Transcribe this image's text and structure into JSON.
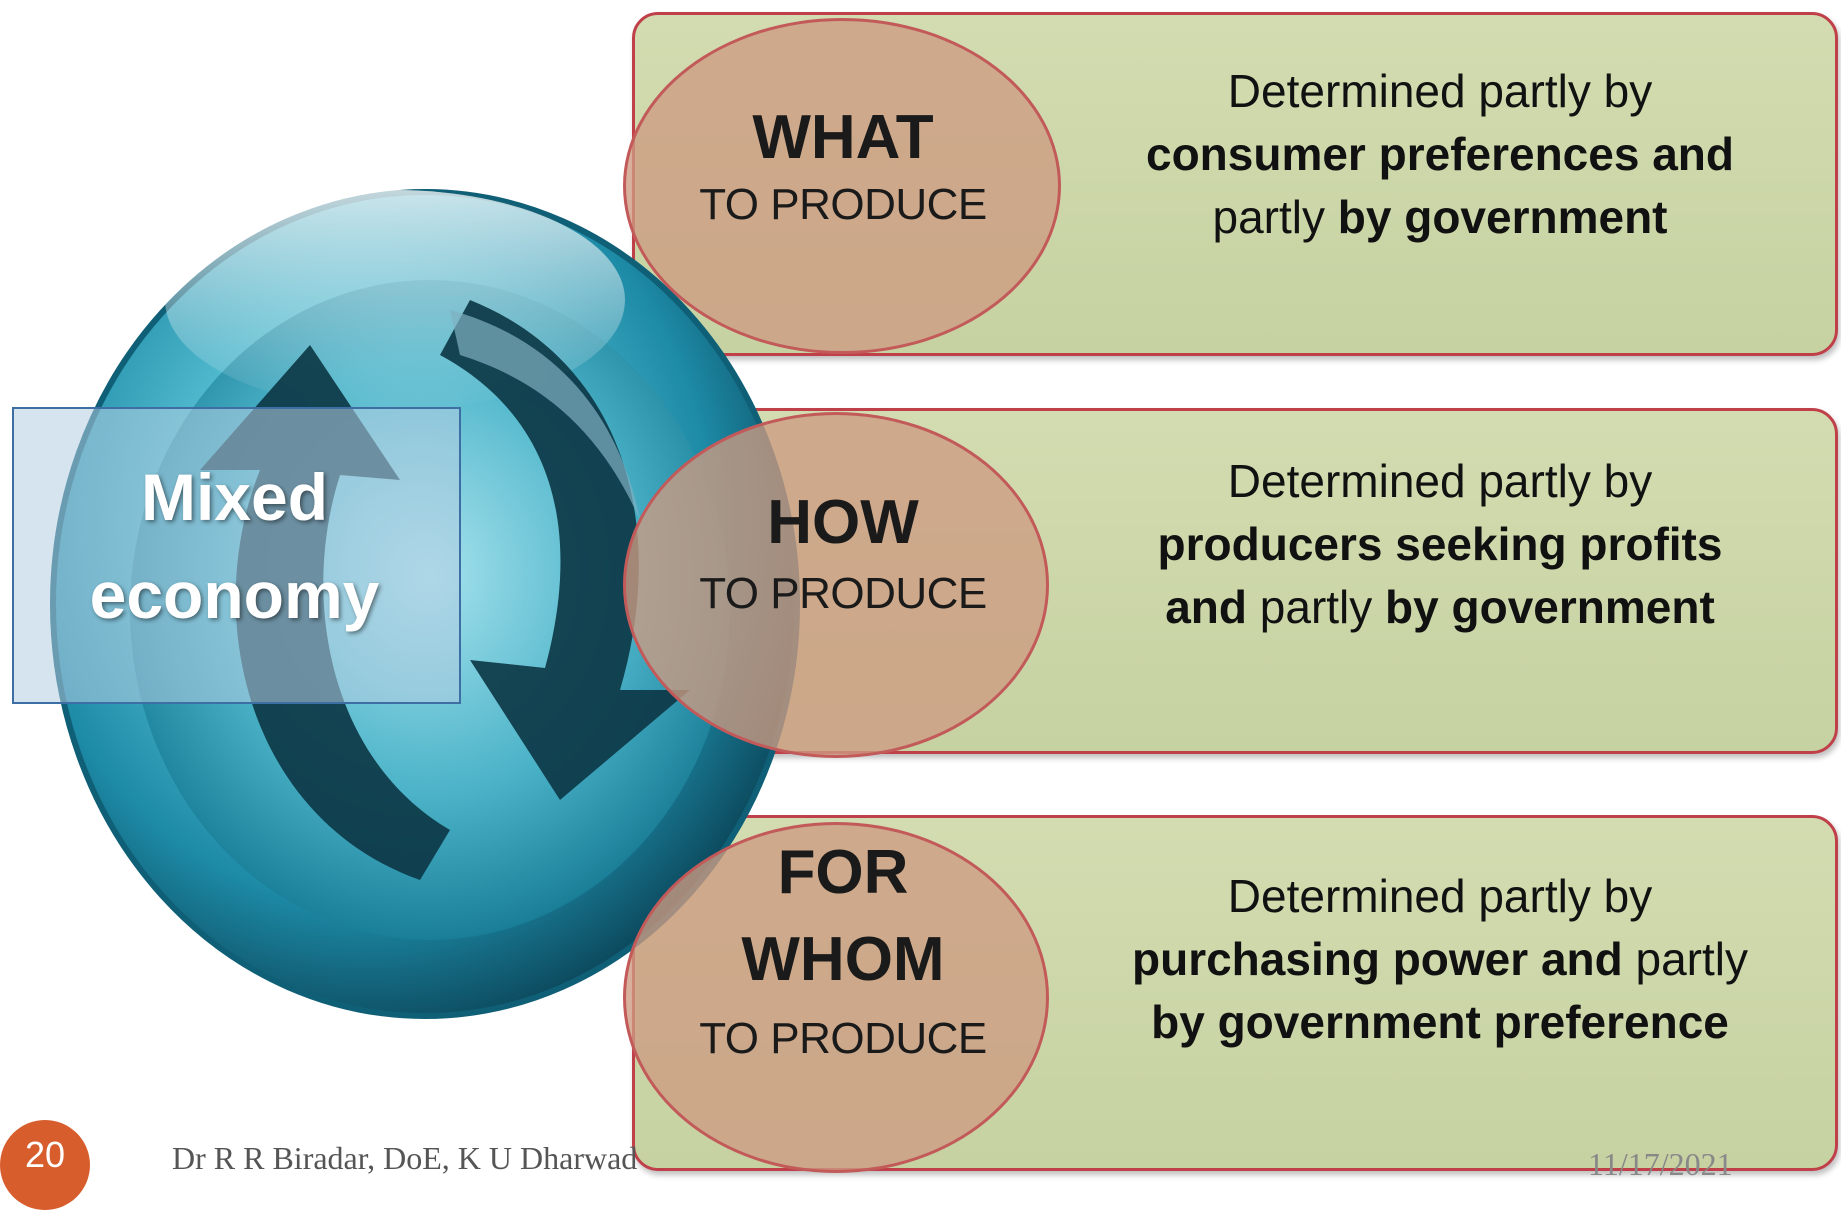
{
  "center": {
    "line1": "Mixed",
    "line2": "economy"
  },
  "questions": [
    {
      "head": "WHAT",
      "sub": "TO PRODUCE",
      "desc": [
        [
          {
            "t": "Determined partly by",
            "b": false
          }
        ],
        [
          {
            "t": "consumer preferences and",
            "b": true
          }
        ],
        [
          {
            "t": "partly ",
            "b": false
          },
          {
            "t": "by government",
            "b": true
          }
        ]
      ]
    },
    {
      "head": "HOW",
      "sub": "TO PRODUCE",
      "desc": [
        [
          {
            "t": "Determined partly by",
            "b": false
          }
        ],
        [
          {
            "t": "producers seeking profits",
            "b": true
          }
        ],
        [
          {
            "t": "and ",
            "b": true
          },
          {
            "t": "partly ",
            "b": false
          },
          {
            "t": "by government",
            "b": true
          }
        ]
      ]
    },
    {
      "head1": "FOR",
      "head2": "WHOM",
      "sub": "TO PRODUCE",
      "desc": [
        [
          {
            "t": "Determined partly by",
            "b": false
          }
        ],
        [
          {
            "t": "purchasing power and ",
            "b": true
          },
          {
            "t": "partly",
            "b": false
          }
        ],
        [
          {
            "t": "by government preference",
            "b": true
          }
        ]
      ]
    }
  ],
  "footer": {
    "page_number": "20",
    "author": "Dr R R Biradar, DoE, K U Dharwad",
    "date": "11/17/2021"
  }
}
